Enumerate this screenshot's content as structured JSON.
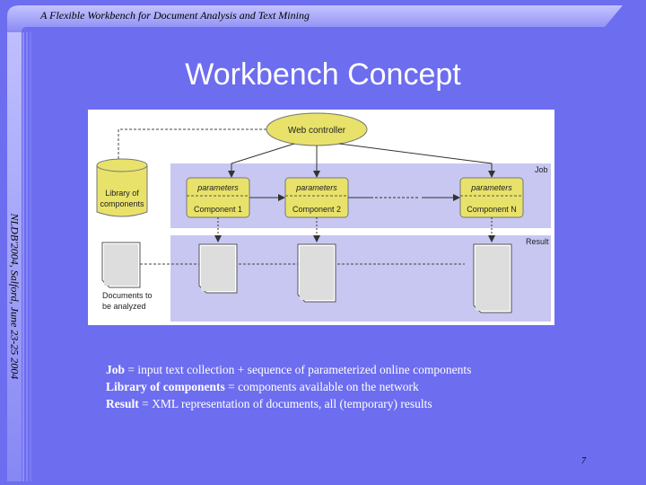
{
  "header": {
    "text": "A Flexible Workbench for Document Analysis and Text Mining"
  },
  "sidebar": {
    "text": "NLDB'2004, Salford, June 23-25 2004"
  },
  "slide": {
    "title": "Workbench Concept",
    "page_number": "7"
  },
  "diagram": {
    "web_controller": "Web controller",
    "library_line1": "Library of",
    "library_line2": "components",
    "job_label": "Job",
    "result_label": "Result",
    "docs_line1": "Documents to",
    "docs_line2": "be analyzed",
    "components": [
      {
        "param": "parameters",
        "name": "Component 1"
      },
      {
        "param": "parameters",
        "name": "Component 2"
      },
      {
        "param": "parameters",
        "name": "Component N"
      }
    ]
  },
  "description": [
    {
      "term": "Job",
      "text": " = input text collection + sequence of parameterized online components"
    },
    {
      "term": "Library of components",
      "text": " = components available on the network"
    },
    {
      "term": "Result",
      "text": " = XML representation of documents, all (temporary) results"
    }
  ]
}
